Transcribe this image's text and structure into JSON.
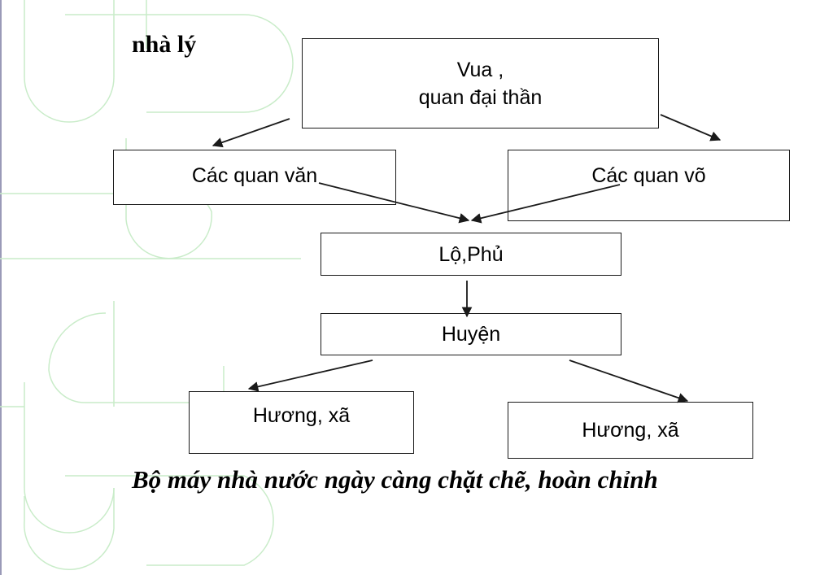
{
  "diagram": {
    "corner_title": "nhà lý",
    "nodes": {
      "king": {
        "line1": "Vua ,",
        "line2": "quan đại thần"
      },
      "civil": "Các quan văn",
      "military": "Các quan võ",
      "lo_phu": "Lộ,Phủ",
      "huyen": "Huyện",
      "huong_left": "Hương, xã",
      "huong_right": "Hương, xã"
    },
    "caption": "Bộ máy nhà nước ngày càng chặt chẽ,  hoàn chỉnh"
  },
  "colors": {
    "decoration": "#c9ecc9",
    "stroke": "#1a1a1a"
  }
}
